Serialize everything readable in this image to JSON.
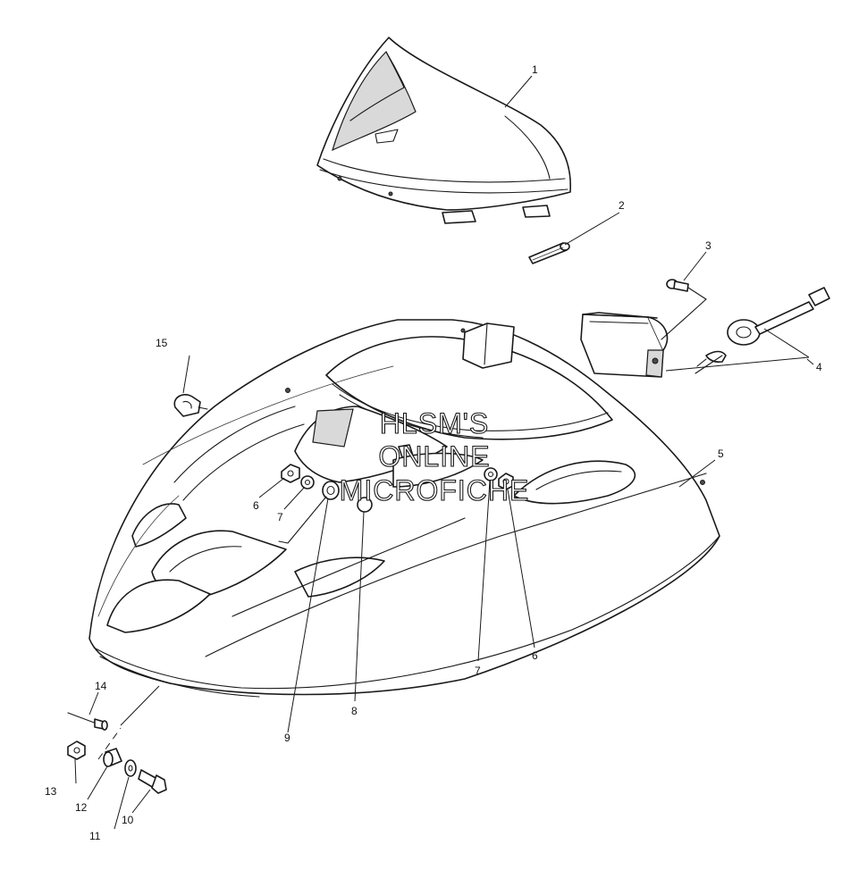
{
  "watermark": {
    "line1": "HLSM'S",
    "line2": "ONLINE",
    "line3": "MICROFICHE"
  },
  "callouts": [
    {
      "id": "c1",
      "label": "1"
    },
    {
      "id": "c2",
      "label": "2"
    },
    {
      "id": "c3",
      "label": "3"
    },
    {
      "id": "c4",
      "label": "4"
    },
    {
      "id": "c5",
      "label": "5"
    },
    {
      "id": "c6a",
      "label": "6"
    },
    {
      "id": "c6b",
      "label": "6"
    },
    {
      "id": "c7a",
      "label": "7"
    },
    {
      "id": "c7b",
      "label": "7"
    },
    {
      "id": "c8",
      "label": "8"
    },
    {
      "id": "c9",
      "label": "9"
    },
    {
      "id": "c10",
      "label": "10"
    },
    {
      "id": "c11",
      "label": "11"
    },
    {
      "id": "c12",
      "label": "12"
    },
    {
      "id": "c13",
      "label": "13"
    },
    {
      "id": "c14",
      "label": "14"
    },
    {
      "id": "c15",
      "label": "15"
    }
  ]
}
